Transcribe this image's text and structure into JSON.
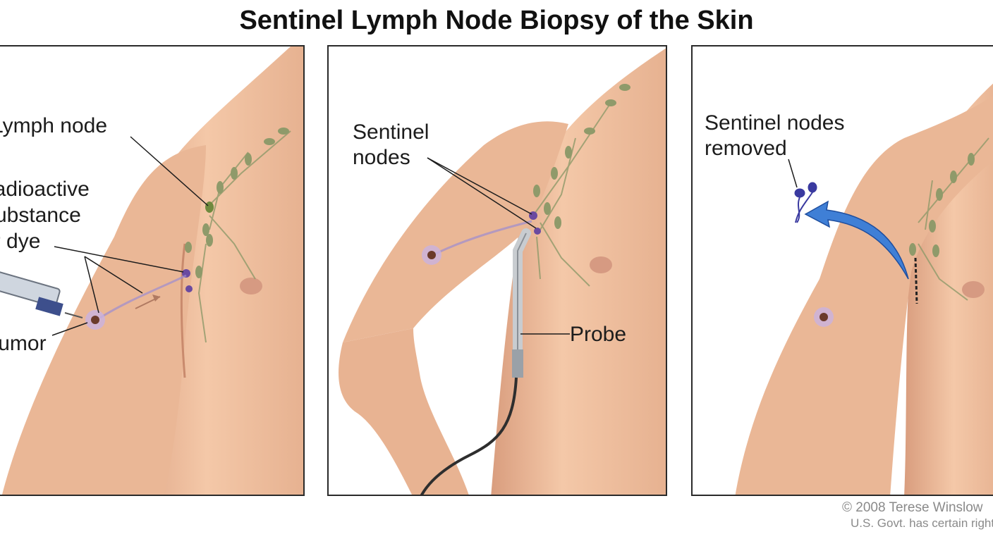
{
  "title": "Sentinel Lymph Node Biopsy of the Skin",
  "panel1": {
    "lymph_node": "Lymph node",
    "substance_line1": "Radioactive",
    "substance_line2": "substance",
    "substance_line3": "or dye",
    "tumor": "Tumor"
  },
  "panel2": {
    "sentinel_line1": "Sentinel",
    "sentinel_line2": "nodes",
    "probe": "Probe"
  },
  "panel3": {
    "removed_line1": "Sentinel nodes",
    "removed_line2": "removed"
  },
  "credit": {
    "line1": "© 2008 Terese Winslow",
    "line2": "U.S. Govt. has certain rights"
  },
  "colors": {
    "skin": "#f0c2a0",
    "skin_shadow": "#d9997a",
    "lymph": "#8f9a6a",
    "sentinel": "#6a4aa0",
    "arrow": "#3f7fd6"
  }
}
